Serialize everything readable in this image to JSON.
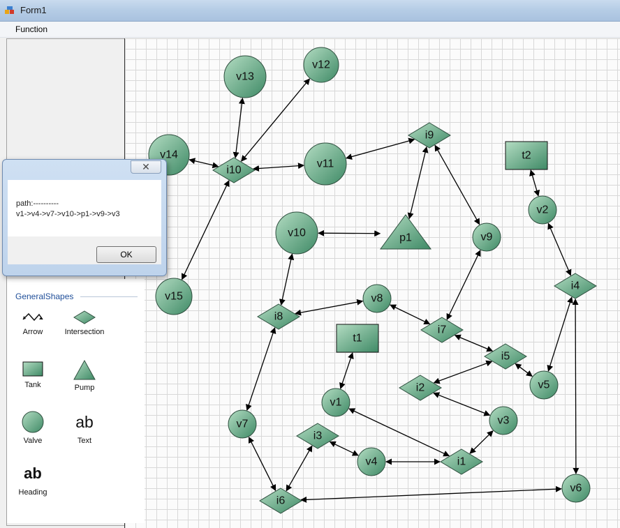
{
  "window": {
    "title": "Form1"
  },
  "menu": {
    "items": [
      "Function"
    ]
  },
  "dialog": {
    "lines": [
      "path:----------",
      "v1->v4->v7->v10->p1->v9->v3"
    ],
    "ok_label": "OK",
    "close_glyph": "✕"
  },
  "toolbox": {
    "header": "GeneralShapes",
    "items": [
      {
        "label": "Arrow",
        "icon": "arrow-icon"
      },
      {
        "label": "Intersection",
        "icon": "diamond-icon"
      },
      {
        "label": "Tank",
        "icon": "rectangle-icon"
      },
      {
        "label": "Pump",
        "icon": "triangle-icon"
      },
      {
        "label": "Valve",
        "icon": "circle-icon"
      },
      {
        "label": "Text",
        "icon": "text-icon",
        "glyph": "ab"
      },
      {
        "label": "Heading",
        "icon": "heading-icon",
        "glyph": "ab"
      }
    ]
  },
  "colors": {
    "node_light": "#b3dcc2",
    "node_dark": "#3f8a66",
    "node_stroke": "#2f4f3f",
    "edge": "#000000"
  },
  "graph": {
    "nodes": [
      {
        "id": "v13",
        "type": "valve"
      },
      {
        "id": "v12",
        "type": "valve"
      },
      {
        "id": "v14",
        "type": "valve"
      },
      {
        "id": "i10",
        "type": "intersection"
      },
      {
        "id": "v11",
        "type": "valve"
      },
      {
        "id": "i9",
        "type": "intersection"
      },
      {
        "id": "t2",
        "type": "tank"
      },
      {
        "id": "v2",
        "type": "valve"
      },
      {
        "id": "v10",
        "type": "valve"
      },
      {
        "id": "p1",
        "type": "pump"
      },
      {
        "id": "v9",
        "type": "valve"
      },
      {
        "id": "v15",
        "type": "valve"
      },
      {
        "id": "i4",
        "type": "intersection"
      },
      {
        "id": "i8",
        "type": "intersection"
      },
      {
        "id": "v8",
        "type": "valve"
      },
      {
        "id": "i7",
        "type": "intersection"
      },
      {
        "id": "t1",
        "type": "tank"
      },
      {
        "id": "i5",
        "type": "intersection"
      },
      {
        "id": "i2",
        "type": "intersection"
      },
      {
        "id": "v5",
        "type": "valve"
      },
      {
        "id": "v1",
        "type": "valve"
      },
      {
        "id": "v3",
        "type": "valve"
      },
      {
        "id": "v7",
        "type": "valve"
      },
      {
        "id": "i3",
        "type": "intersection"
      },
      {
        "id": "v4",
        "type": "valve"
      },
      {
        "id": "i1",
        "type": "intersection"
      },
      {
        "id": "i6",
        "type": "intersection"
      },
      {
        "id": "v6",
        "type": "valve"
      }
    ],
    "edges": [
      [
        "i10",
        "v13"
      ],
      [
        "i10",
        "v12"
      ],
      [
        "v14",
        "i10"
      ],
      [
        "i10",
        "v11"
      ],
      [
        "v11",
        "i9"
      ],
      [
        "i10",
        "v15"
      ],
      [
        "i9",
        "p1"
      ],
      [
        "i9",
        "v9"
      ],
      [
        "t2",
        "v2"
      ],
      [
        "v2",
        "i4"
      ],
      [
        "v10",
        "p1"
      ],
      [
        "v10",
        "i8"
      ],
      [
        "i8",
        "v8"
      ],
      [
        "i8",
        "v7"
      ],
      [
        "v8",
        "i7"
      ],
      [
        "v9",
        "i7"
      ],
      [
        "i7",
        "i5"
      ],
      [
        "i4",
        "v5"
      ],
      [
        "i4",
        "v6"
      ],
      [
        "i5",
        "v5"
      ],
      [
        "i5",
        "i2"
      ],
      [
        "t1",
        "v1"
      ],
      [
        "i2",
        "v3"
      ],
      [
        "v1",
        "i1"
      ],
      [
        "v3",
        "i1"
      ],
      [
        "v7",
        "i6"
      ],
      [
        "i6",
        "i3"
      ],
      [
        "i3",
        "v4"
      ],
      [
        "v4",
        "i1"
      ],
      [
        "i6",
        "v6"
      ]
    ]
  }
}
